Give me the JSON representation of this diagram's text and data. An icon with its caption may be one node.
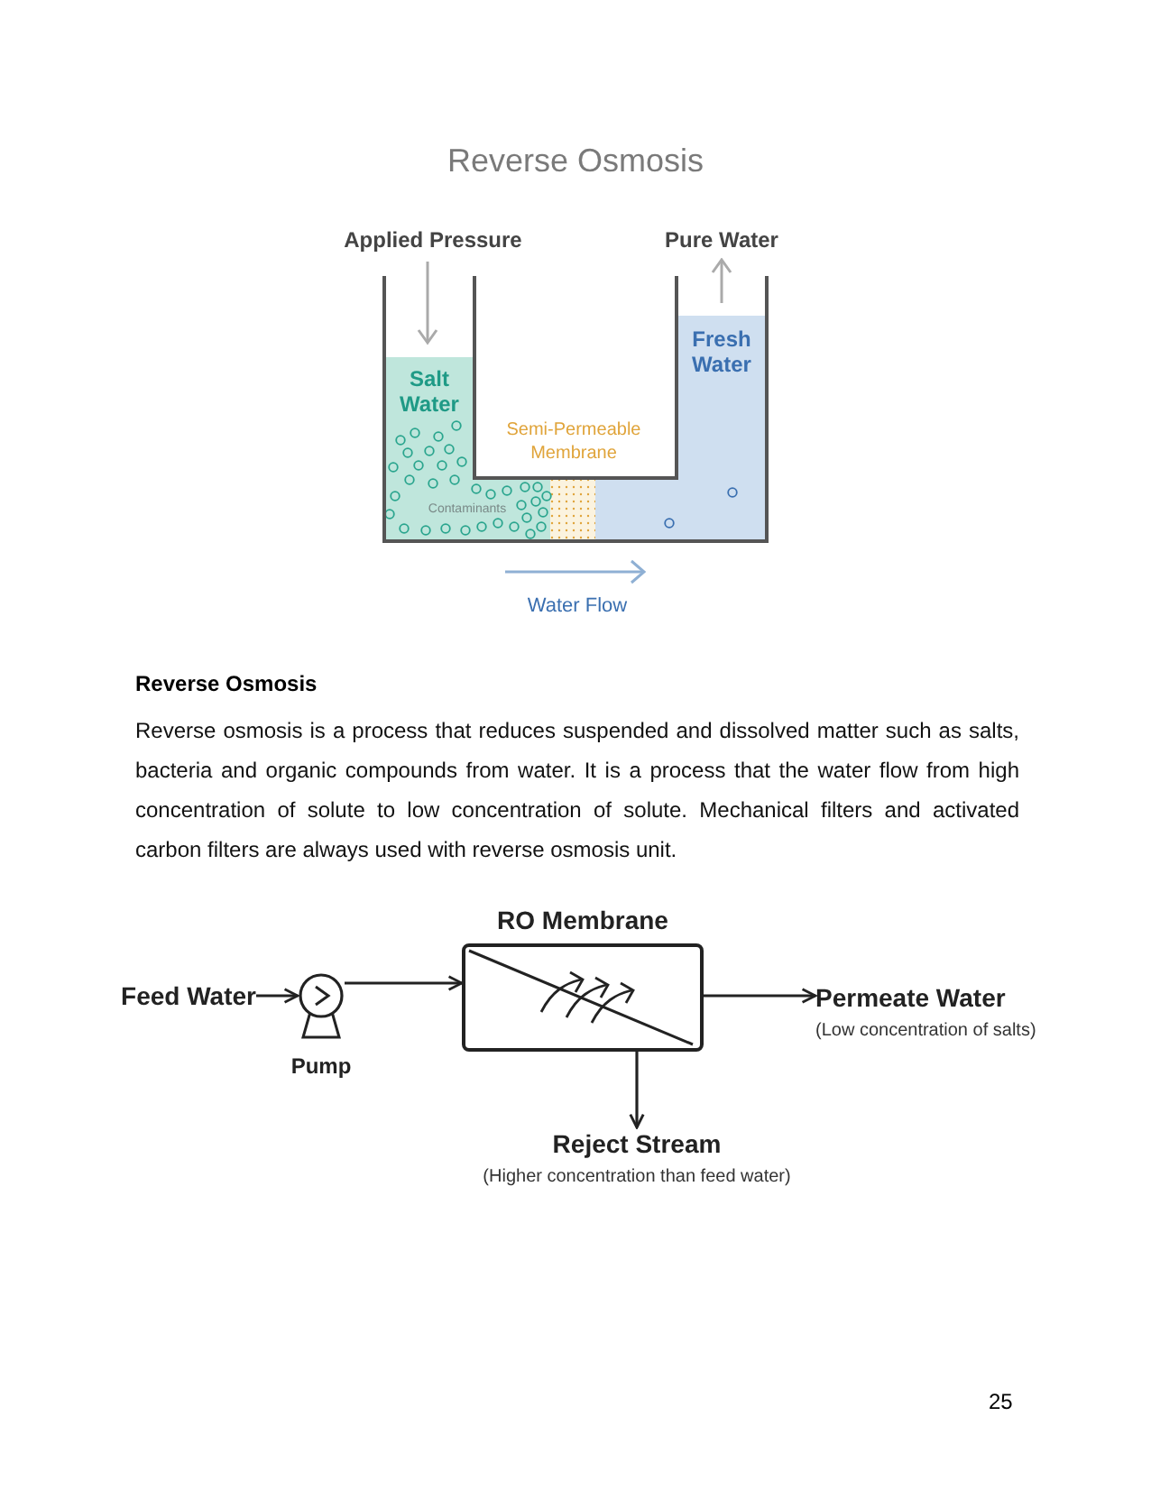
{
  "diagram": {
    "title": "Reverse Osmosis",
    "nodes": [
      {
        "text": [
          "Feed Water"
        ]
      },
      {
        "text": [],
        "shape": "circle",
        "beside": [
          "Pump"
        ]
      },
      {
        "text": [
          "RO Membrane"
        ]
      },
      {
        "text": [
          "Permeate Water",
          "(Low concentration of salts)"
        ]
      },
      {
        "text": [
          "Reject Stream",
          "(Higher concentration than feed water)"
        ]
      }
    ],
    "edges": [
      {
        "from": 0,
        "to": 1,
        "arrow": "to"
      },
      {
        "from": 1,
        "to": 2,
        "arrow": "to"
      },
      {
        "from": 2,
        "to": 3,
        "arrow": "to"
      },
      {
        "from": 2,
        "to": 4,
        "arrow": "to"
      }
    ],
    "labels": [
      "Applied Pressure",
      "Pure Water",
      "Fresh Water",
      "Salt Water",
      "Semi-Permeable Membrane",
      "Contaminants",
      "Water Flow",
      "Reverse Osmosis",
      "Reverse osmosis is a process that reduces suspended and dissolved matter such as salts, bacteria and organic compounds from water. It is a process that the water flow from high concentration of solute to low concentration of solute. Mechanical filters and activated carbon filters are always used with reverse osmosis unit.",
      "25"
    ]
  }
}
